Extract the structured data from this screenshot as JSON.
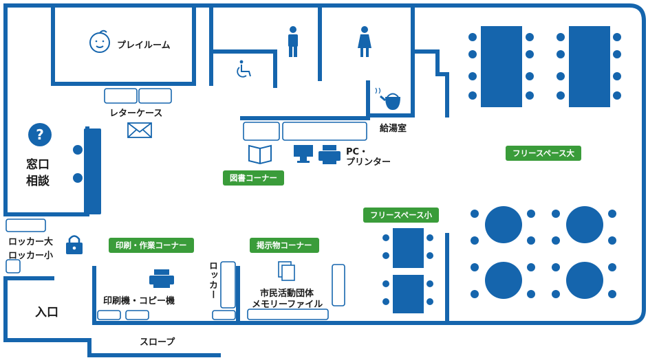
{
  "rooms": {
    "play_room": "プレイルーム",
    "letter_case": "レターケース",
    "consult_1": "窓口",
    "consult_2": "相談",
    "locker_large": "ロッカー大",
    "locker_small": "ロッカー小",
    "entrance": "入口",
    "slope": "スロープ",
    "kitchenette": "給湯室",
    "pc_1": "PC・",
    "pc_2": "プリンター",
    "copier": "印刷機・コピー機",
    "locker": "ロッカー",
    "memory_file_1": "市民活動団体",
    "memory_file_2": "メモリーファイル"
  },
  "badges": {
    "free_large": "フリースペース大",
    "library": "図書コーナー",
    "free_small": "フリースペース小",
    "print_work": "印刷・作業コーナー",
    "bulletin": "掲示物コーナー"
  },
  "icons": [
    "baby-icon",
    "question-icon",
    "envelope-icon",
    "lock-icon",
    "wheelchair-icon",
    "man-icon",
    "woman-icon",
    "kettle-icon",
    "book-icon",
    "monitor-icon",
    "printer-icon",
    "documents-icon"
  ],
  "colors": {
    "wall": "#1565ad",
    "badge": "#3a9c3a",
    "furniture": "#1565ad"
  }
}
